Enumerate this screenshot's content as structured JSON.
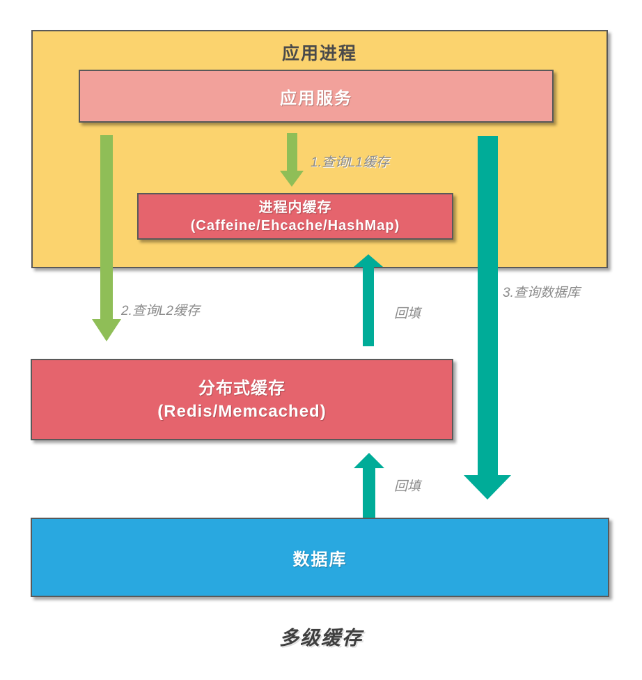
{
  "diagram": {
    "caption": "多级缓存",
    "container": {
      "title": "应用进程"
    },
    "nodes": {
      "app_service": {
        "label": "应用服务"
      },
      "in_process_cache": {
        "label": "进程内缓存",
        "sublabel": "(Caffeine/Ehcache/HashMap)"
      },
      "distributed_cache": {
        "label": "分布式缓存",
        "sublabel": "(Redis/Memcached)"
      },
      "database": {
        "label": "数据库"
      }
    },
    "arrows": {
      "query_l1": {
        "label": "1.查询L1缓存"
      },
      "query_l2": {
        "label": "2.查询L2缓存"
      },
      "query_db": {
        "label": "3.查询数据库"
      },
      "backfill_l1": {
        "label": "回填"
      },
      "backfill_l2": {
        "label": "回填"
      }
    }
  },
  "colors": {
    "container_fill": "#FBD36E",
    "container_border": "#595959",
    "service_fill": "#F2A19B",
    "cache_fill": "#E5646D",
    "database_fill": "#29A8E0",
    "arrow_green": "#8FBE57",
    "arrow_teal": "#00AC98",
    "heading_text": "#4A4A4A",
    "node_text": "#FFFFFF",
    "label_text": "#8A8A8A",
    "caption_text": "#3F3F3F"
  }
}
